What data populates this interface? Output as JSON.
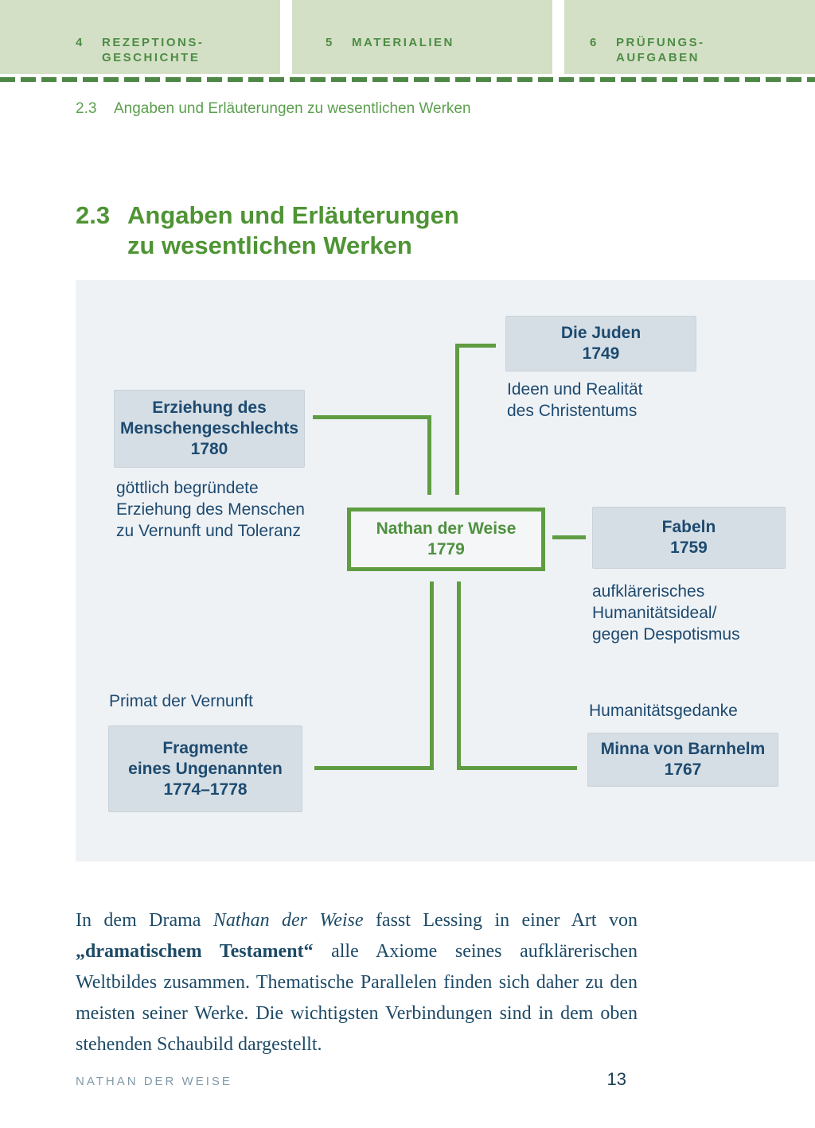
{
  "header": {
    "tabs": [
      {
        "number": "4",
        "line1": "REZEPTIONS-",
        "line2": "GESCHICHTE"
      },
      {
        "number": "5",
        "line1": "MATERIALIEN",
        "line2": ""
      },
      {
        "number": "6",
        "line1": "PRÜFUNGS-",
        "line2": "AUFGABEN"
      }
    ]
  },
  "breadcrumb": {
    "number": "2.3",
    "text": "Angaben und Erläuterungen zu wesentlichen Werken"
  },
  "heading": {
    "number": "2.3",
    "line1": "Angaben und Erläuterungen",
    "line2": "zu wesentlichen Werken"
  },
  "diagram": {
    "nodes": {
      "die_juden": {
        "title": "Die Juden",
        "year": "1749"
      },
      "erziehung": {
        "title_line1": "Erziehung des",
        "title_line2": "Menschengeschlechts",
        "year": "1780"
      },
      "nathan": {
        "title": "Nathan der Weise",
        "year": "1779"
      },
      "fabeln": {
        "title": "Fabeln",
        "year": "1759"
      },
      "fragmente": {
        "title_line1": "Fragmente",
        "title_line2": "eines Ungenannten",
        "year": "1774–1778"
      },
      "minna": {
        "title": "Minna von Barnhelm",
        "year": "1767"
      }
    },
    "notes": {
      "ideen_line1": "Ideen und Realität",
      "ideen_line2": "des Christentums",
      "goettlich_line1": "göttlich begründete",
      "goettlich_line2": "Erziehung des Menschen",
      "goettlich_line3": "zu Vernunft und Toleranz",
      "aufklaer_line1": "aufklärerisches",
      "aufklaer_line2": "Humanitätsideal/",
      "aufklaer_line3": "gegen Despotismus",
      "primat": "Primat der Vernunft",
      "humanitaet": "Humanitätsgedanke"
    }
  },
  "body": {
    "segments": [
      {
        "text": "In dem Drama ",
        "style": "normal"
      },
      {
        "text": "Nathan der Weise",
        "style": "italic"
      },
      {
        "text": " fasst Lessing in einer Art von ",
        "style": "normal"
      },
      {
        "text": "„dramatischem Testament“",
        "style": "bold"
      },
      {
        "text": " alle Axiome seines aufklärerischen Weltbildes zusammen. Thematische Parallelen finden sich daher zu den meisten seiner Werke. Die wichtigsten Verbindungen sind in dem oben stehenden Schaubild dargestellt.",
        "style": "normal"
      }
    ]
  },
  "footer": {
    "book_title": "NATHAN DER WEISE",
    "page_number": "13"
  },
  "colors": {
    "header_tab_bg": "#d3e0c6",
    "header_tab_text": "#4d8c44",
    "dashed_rule": "#4e8746",
    "heading_green": "#4e9434",
    "panel_bg": "#eff2f5",
    "node_bg": "#d5dee4",
    "node_text_navy": "#1d4a70",
    "connector_green": "#5f9c42",
    "nathan_green": "#4f9140",
    "body_text": "#1d4a66",
    "footer_title": "#8099a8",
    "footer_page": "#1d4055"
  }
}
